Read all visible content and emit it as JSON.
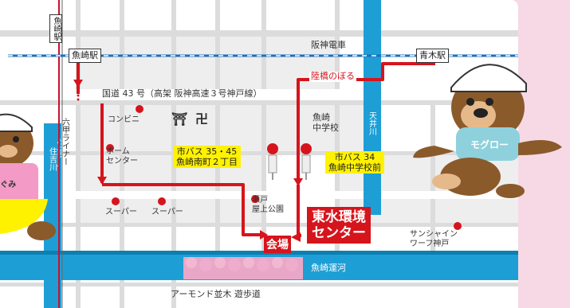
{
  "map": {
    "railway": {
      "name": "阪神電車",
      "stations": {
        "uozaki": "魚崎駅",
        "aoki": "青木駅"
      }
    },
    "rokko_liner": {
      "name": "六甲ライナー",
      "station_vertical": "魚崎駅"
    },
    "routes": {
      "kokudo": "国道 43 号（高架 阪神高速３号神戸線）",
      "pedestrian_bridge": "陸橋のぼる"
    },
    "rivers": {
      "sumiyoshi": "住吉川",
      "tenjo": "天井川",
      "canal": "魚崎運河"
    },
    "landmarks": {
      "convenience": "コンビニ",
      "home_center": "ホーム\nセンター",
      "super1": "スーパー",
      "super2": "スーパー",
      "school": "魚崎\n中学校",
      "park": "瀬戸\n屋上公園",
      "sunshine": "サンシャイン\nワーフ神戸",
      "promenade": "アーモンド並木 遊歩道"
    },
    "bus_stops": [
      {
        "label": "市バス 35・45\n魚崎南町２丁目"
      },
      {
        "label": "市バス 34\n魚崎中学校前"
      }
    ],
    "venue": {
      "tag": "会場",
      "name": "東水環境\nセンター"
    },
    "mascot": {
      "shirt": "モグロー",
      "partial_shirt": "ぐみ"
    },
    "colors": {
      "river": "#1d9fd6",
      "route": "#d6141c",
      "highlight": "#fff200",
      "background": "#ffffff",
      "grid": "#dcdcdc",
      "frame": "#f6d9e4"
    }
  }
}
